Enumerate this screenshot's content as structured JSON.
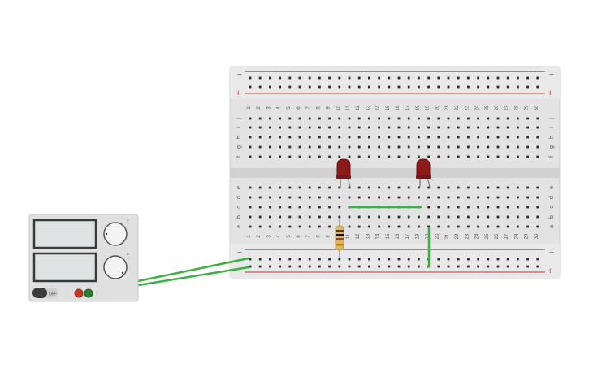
{
  "breadboard": {
    "columns": [
      "1",
      "2",
      "3",
      "4",
      "5",
      "6",
      "7",
      "8",
      "9",
      "10",
      "11",
      "12",
      "13",
      "14",
      "15",
      "16",
      "17",
      "18",
      "19",
      "20",
      "21",
      "22",
      "23",
      "24",
      "25",
      "26",
      "27",
      "28",
      "29",
      "30"
    ],
    "rows_top": [
      "j",
      "i",
      "h",
      "g",
      "f"
    ],
    "rows_bottom": [
      "e",
      "d",
      "c",
      "b",
      "a"
    ],
    "rail_minus": "−",
    "rail_plus": "+"
  },
  "components": {
    "leds": [
      {
        "id": "led-1",
        "column": "10",
        "color": "#8b1a1a"
      },
      {
        "id": "led-2",
        "column": "19",
        "color": "#8b1a1a"
      }
    ],
    "resistor": {
      "column": "10",
      "body_color": "#d9b86b"
    },
    "wires": [
      {
        "id": "wire-row-c",
        "color": "#3cb043"
      },
      {
        "id": "wire-col-19",
        "color": "#3cb043"
      },
      {
        "id": "wire-supply-pos",
        "color": "#3cb043"
      },
      {
        "id": "wire-supply-neg",
        "color": "#3cb043"
      }
    ]
  },
  "power_supply": {
    "off_label": "OFF",
    "brand_label": "",
    "knob_labels": [
      "V",
      "A"
    ],
    "terminal_colors": {
      "positive": "#c0392b",
      "negative": "#2e7d32"
    }
  },
  "colors": {
    "board": "#e6e6e6",
    "rail_red": "#d32f2f",
    "rail_dark": "#333333",
    "wire": "#3cb043",
    "hole": "#2b2b2b"
  }
}
